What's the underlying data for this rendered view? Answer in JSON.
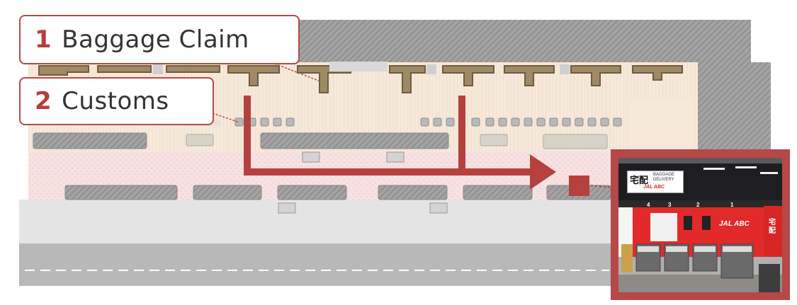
{
  "callouts": [
    {
      "number": "1",
      "label": "Baggage Claim"
    },
    {
      "number": "2",
      "label": "Customs"
    }
  ],
  "photo": {
    "sign_kanji": "宅配",
    "sign_english_line1": "BAGGAGE",
    "sign_english_line2": "DELIVERY",
    "sign_brand": "JAL ABC",
    "counter_brand": "JAL ABC",
    "counter_numbers": [
      "1",
      "2",
      "3",
      "4"
    ],
    "side_kanji": "宅配"
  },
  "colors": {
    "accent_red": "#b64848",
    "route_red": "#b5413f",
    "terminal_floor": "#f7ecde",
    "hatched_building": "#9c9c9c",
    "counter_red": "#e02b2b"
  }
}
